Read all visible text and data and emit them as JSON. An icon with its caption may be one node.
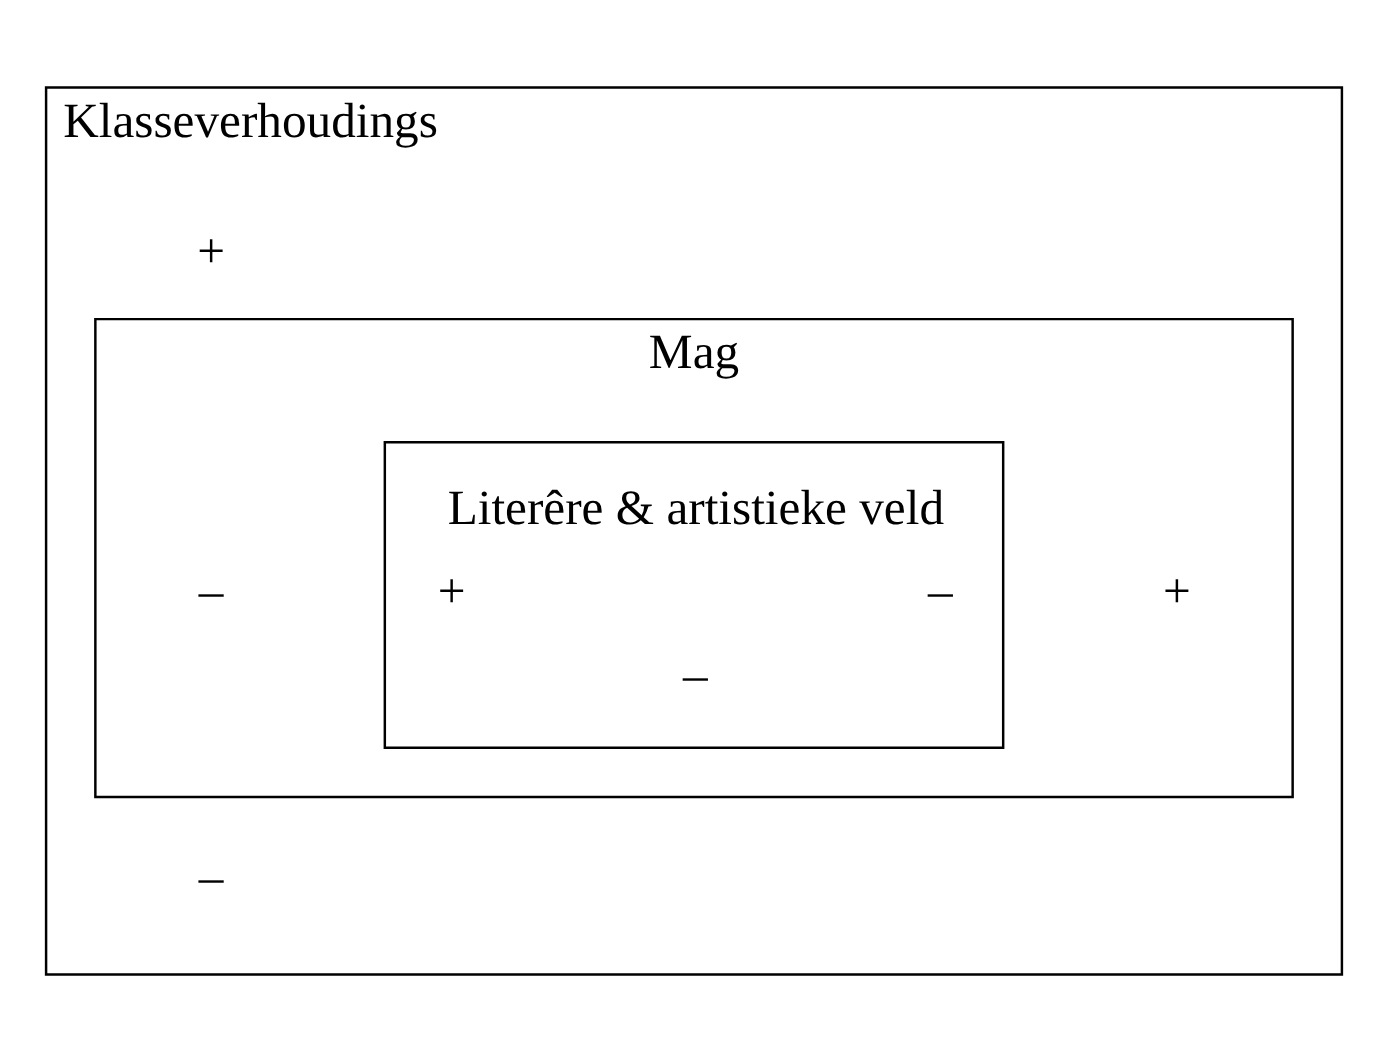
{
  "diagram": {
    "nodes": [
      {
        "text": [
          "Klasseverhoudings",
          "+",
          "–"
        ]
      },
      {
        "text": [
          "Mag",
          "–",
          "+"
        ],
        "in": 0
      },
      {
        "text": [
          "Literêre & artistieke veld",
          "+",
          "–",
          "–"
        ],
        "in": 1
      }
    ],
    "edges": []
  }
}
